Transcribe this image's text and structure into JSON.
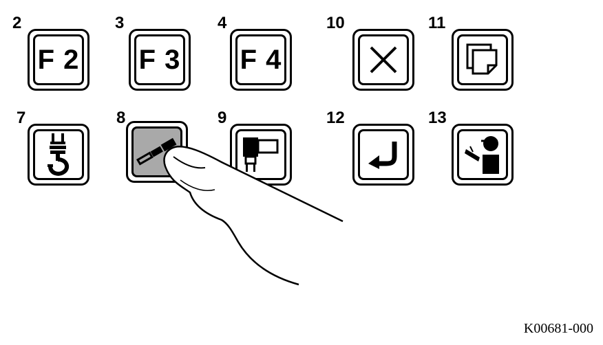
{
  "keys": {
    "k2": {
      "number": "2",
      "label": "F 2"
    },
    "k3": {
      "number": "3",
      "label": "F 3"
    },
    "k4": {
      "number": "4",
      "label": "F 4"
    },
    "k10": {
      "number": "10",
      "icon": "close-x-icon"
    },
    "k11": {
      "number": "11",
      "icon": "copy-pages-icon"
    },
    "k7": {
      "number": "7",
      "icon": "crane-hook-icon"
    },
    "k8": {
      "number": "8",
      "icon": "boom-telescope-icon",
      "state": "pressed"
    },
    "k9": {
      "number": "9",
      "icon": "hydraulic-cylinder-icon"
    },
    "k12": {
      "number": "12",
      "icon": "enter-return-icon"
    },
    "k13": {
      "number": "13",
      "icon": "operator-person-icon"
    }
  },
  "caption": "K00681-000",
  "colors": {
    "pressed_fill": "#a9a9a9",
    "stroke": "#000000",
    "background": "#ffffff"
  }
}
